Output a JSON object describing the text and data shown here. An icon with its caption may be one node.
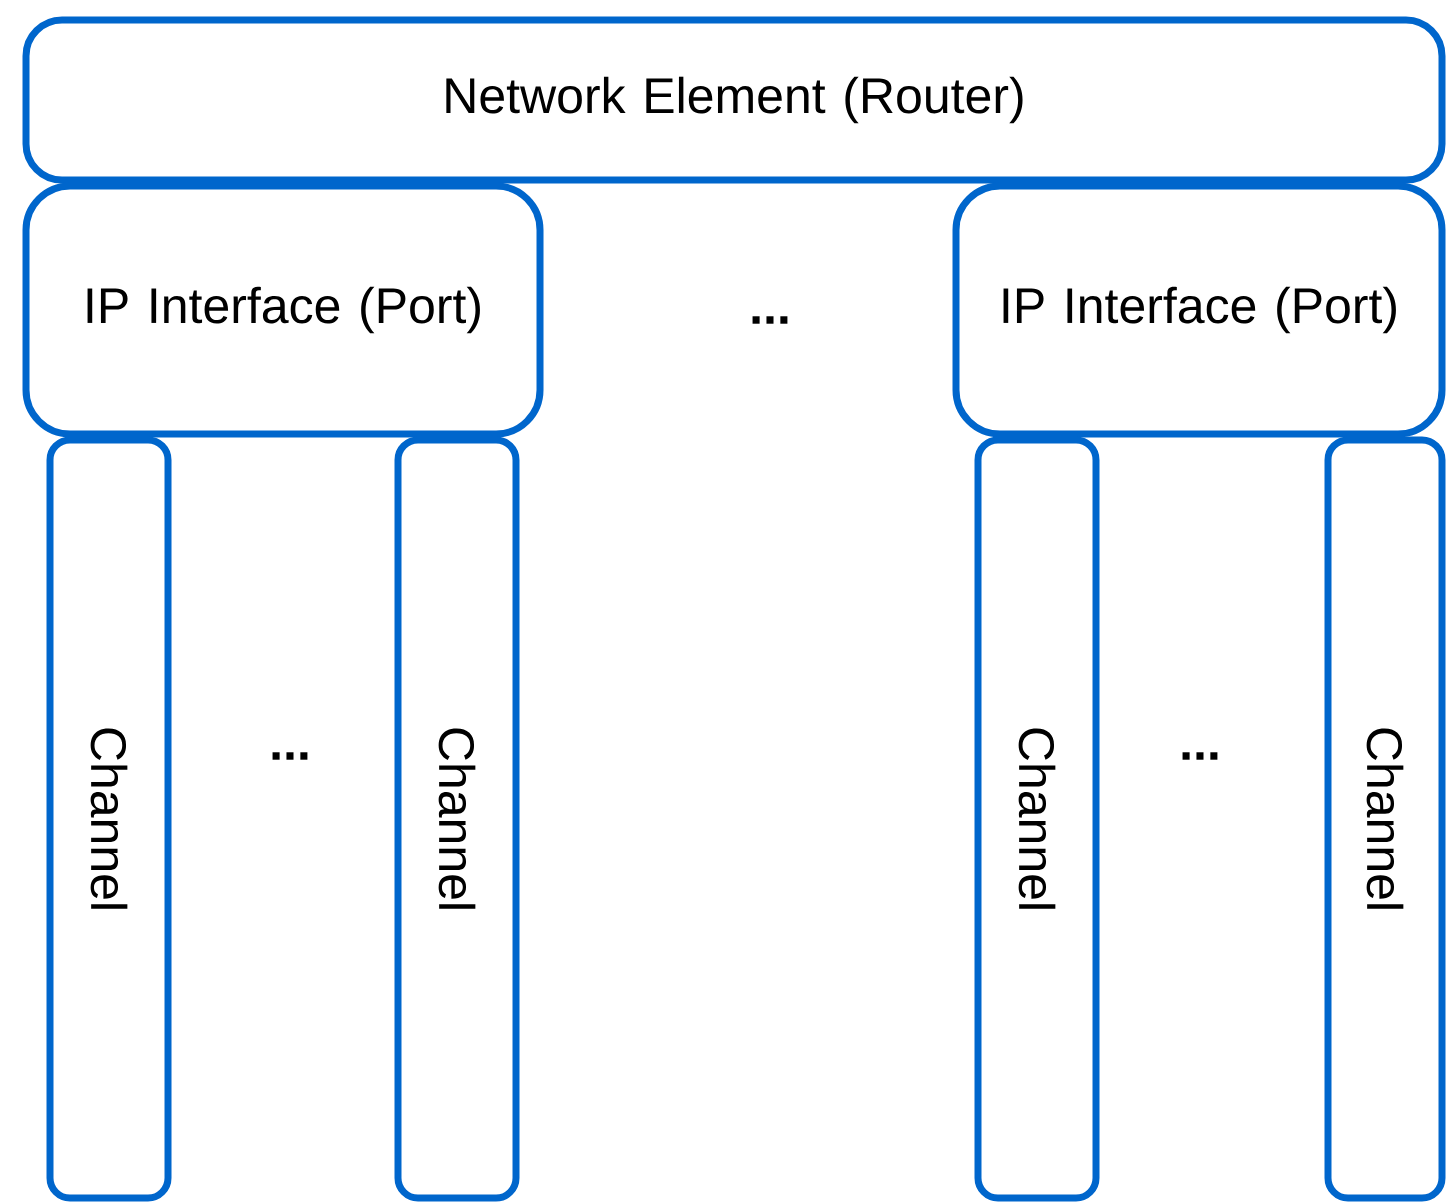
{
  "diagram": {
    "nodes": [
      {
        "text": [
          "Network Element (Router)"
        ]
      },
      {
        "text": [
          "IP Interface (Port)"
        ]
      },
      {
        "text": [
          "IP Interface (Port)"
        ]
      },
      {
        "text": [
          "Channel"
        ]
      },
      {
        "text": [
          "Channel"
        ]
      },
      {
        "text": [
          "Channel"
        ]
      },
      {
        "text": [
          "Channel"
        ]
      }
    ],
    "labels": [
      "...",
      "...",
      "..."
    ]
  }
}
